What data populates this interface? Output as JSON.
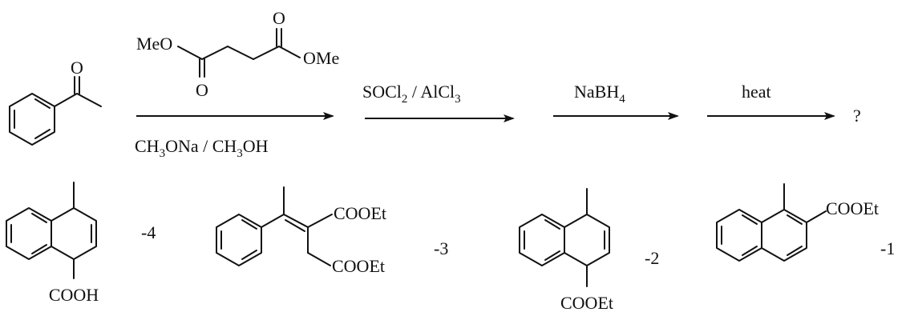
{
  "scheme": {
    "starting_material": {
      "atom_labels": {
        "carbonyl_oxygen": "O"
      }
    },
    "reagent_diester": {
      "left_group": "MeO",
      "right_group": "OMe",
      "top_oxygen": "O",
      "bottom_oxygen": "O"
    },
    "steps": [
      {
        "above": "",
        "below_parts": [
          "CH",
          "3",
          "ONa / CH",
          "3",
          "OH"
        ]
      },
      {
        "above_parts": [
          "SOCl",
          "2",
          " / AlCl",
          "3"
        ]
      },
      {
        "above_parts": [
          "NaBH",
          "4"
        ]
      },
      {
        "above": "heat"
      }
    ],
    "product_unknown": "?"
  },
  "options": [
    {
      "number": "-4",
      "substituent": "COOH"
    },
    {
      "number": "-3",
      "substituent_top": "COOEt",
      "substituent_bottom": "COOEt"
    },
    {
      "number": "-2",
      "substituent": "COOEt"
    },
    {
      "number": "-1",
      "substituent": "COOEt"
    }
  ]
}
